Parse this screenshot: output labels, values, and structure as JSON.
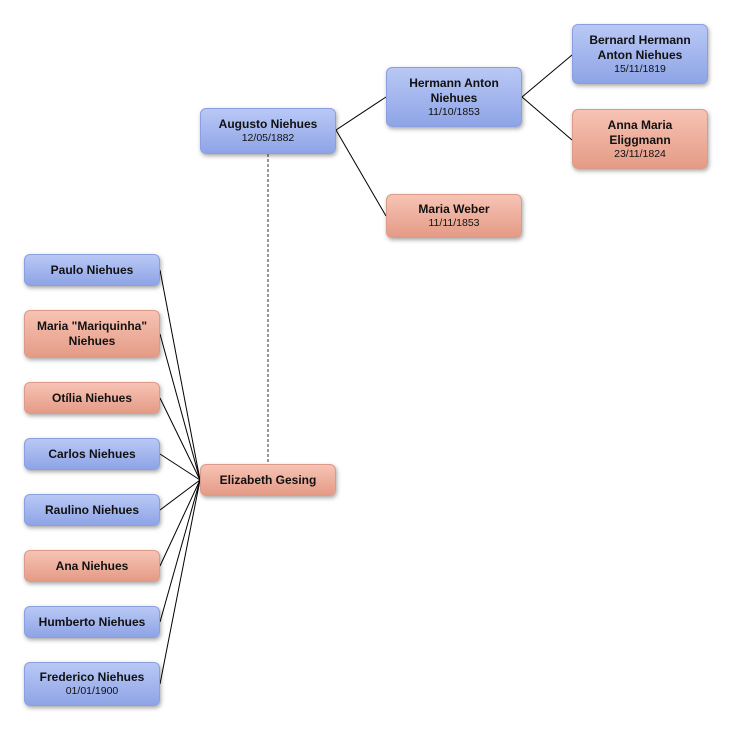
{
  "people": {
    "augusto": {
      "name": "Augusto Niehues",
      "date": "12/05/1882",
      "sex": "male"
    },
    "hermann": {
      "name": "Hermann Anton Niehues",
      "date": "11/10/1853",
      "sex": "male"
    },
    "maria_weber": {
      "name": "Maria Weber",
      "date": "11/11/1853",
      "sex": "female"
    },
    "bernard": {
      "name": "Bernard Hermann Anton Niehues",
      "date": "15/11/1819",
      "sex": "male"
    },
    "anna_maria": {
      "name": "Anna Maria Eliggmann",
      "date": "23/11/1824",
      "sex": "female"
    },
    "elizabeth": {
      "name": "Elizabeth Gesing",
      "sex": "female"
    },
    "paulo": {
      "name": "Paulo Niehues",
      "sex": "male"
    },
    "maria_mariquinha": {
      "name": "Maria \"Mariquinha\" Niehues",
      "sex": "female"
    },
    "otilia": {
      "name": "Otília Niehues",
      "sex": "female"
    },
    "carlos": {
      "name": "Carlos Niehues",
      "sex": "male"
    },
    "raulino": {
      "name": "Raulino Niehues",
      "sex": "male"
    },
    "ana": {
      "name": "Ana Niehues",
      "sex": "female"
    },
    "humberto": {
      "name": "Humberto Niehues",
      "sex": "male"
    },
    "frederico": {
      "name": "Frederico Niehues",
      "date": "01/01/1900",
      "sex": "male"
    }
  },
  "colors": {
    "male": "#9fb2ee",
    "female": "#eeaf9c",
    "line": "#000000",
    "spouse_line": "#555555"
  }
}
